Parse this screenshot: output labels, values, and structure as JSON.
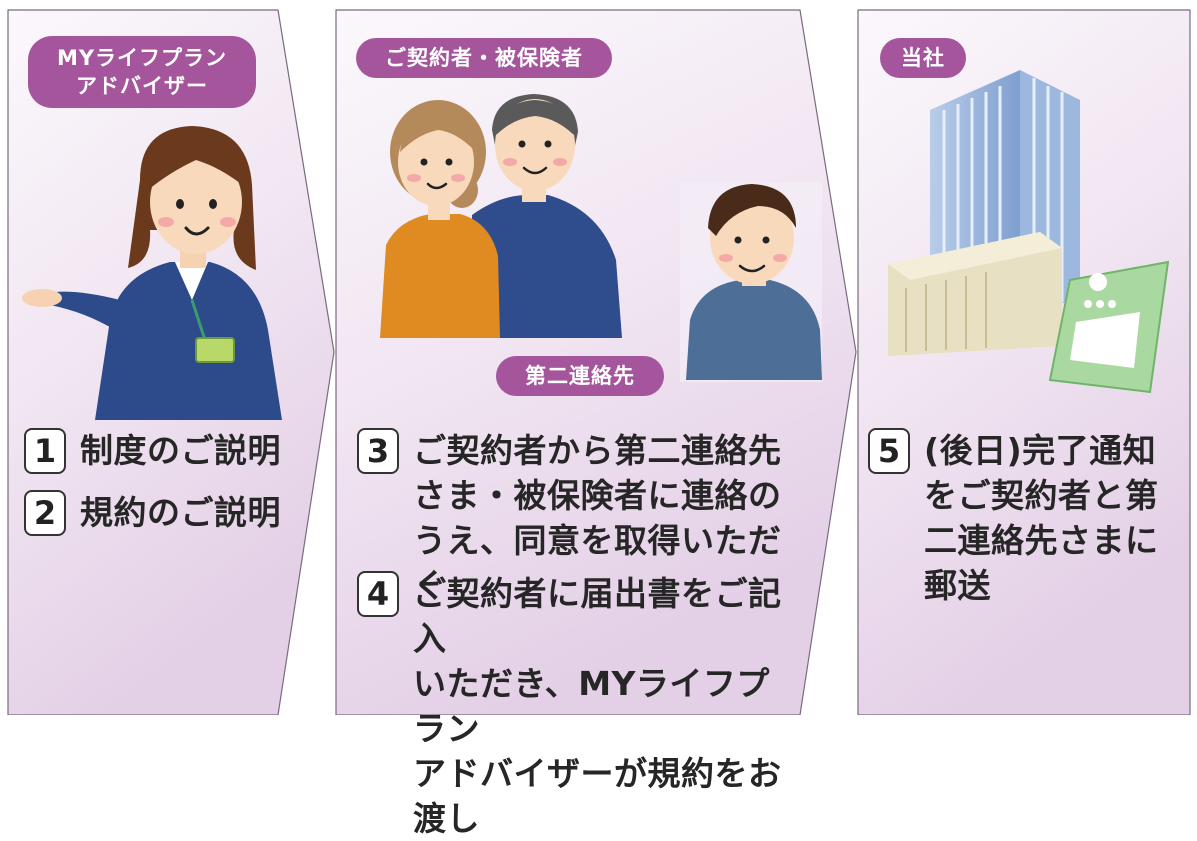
{
  "labels": {
    "advisor_line1": "MYライフプラン",
    "advisor_line2": "アドバイザー",
    "insured": "ご契約者・被保険者",
    "second_contact": "第二連絡先",
    "company": "当社"
  },
  "steps": [
    {
      "number": "1",
      "text": "制度のご説明"
    },
    {
      "number": "2",
      "text": "規約のご説明"
    },
    {
      "number": "3",
      "text": "ご契約者から第二連絡先\nさま・被保険者に連絡の\nうえ、同意を取得いただく"
    },
    {
      "number": "4",
      "text": "ご契約者に届出書をご記入\nいただき、MYライフプラン\nアドバイザーが規約をお渡し"
    },
    {
      "number": "5",
      "text": "(後日)完了通知\nをご契約者と第\n二連絡先さまに\n郵送"
    }
  ],
  "colors": {
    "label_purple": "#a4559b",
    "panel_top": "#faf7fb",
    "panel_bottom": "#e6d3e8",
    "panel_border": "#7a6a80"
  },
  "icons": [
    "advisor-woman-illustration",
    "couple-illustration",
    "man-illustration",
    "office-building-icon",
    "notice-card-icon"
  ]
}
